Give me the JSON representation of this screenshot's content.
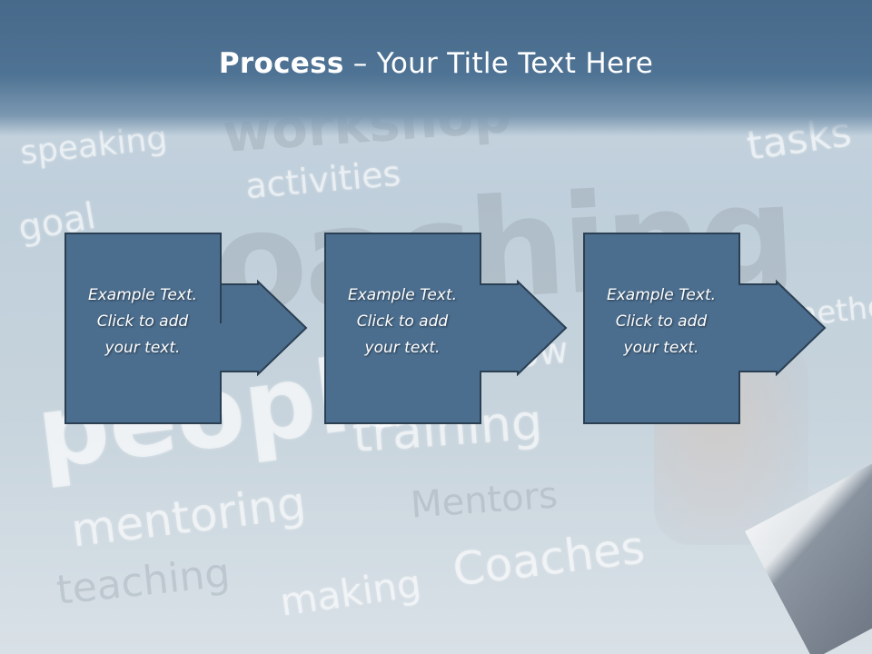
{
  "title": {
    "bold": "Process",
    "rest": " – Your Title Text Here"
  },
  "background_words": [
    "speaking",
    "workshop",
    "tasks",
    "activities",
    "goal",
    "coaching",
    "people",
    "know",
    "training",
    "method",
    "mentoring",
    "Mentors",
    "teaching",
    "making",
    "Coaches"
  ],
  "steps": [
    {
      "lines": [
        "Example Text.",
        "Click  to add",
        "your text."
      ]
    },
    {
      "lines": [
        "Example Text.",
        "Click  to add",
        "your text."
      ]
    },
    {
      "lines": [
        "Example Text.",
        "Click  to add",
        "your text."
      ]
    }
  ],
  "colors": {
    "header": "#4f7394",
    "shape_fill": "#4b6e8f",
    "shape_border": "#2b3f52",
    "text": "#ffffff"
  }
}
